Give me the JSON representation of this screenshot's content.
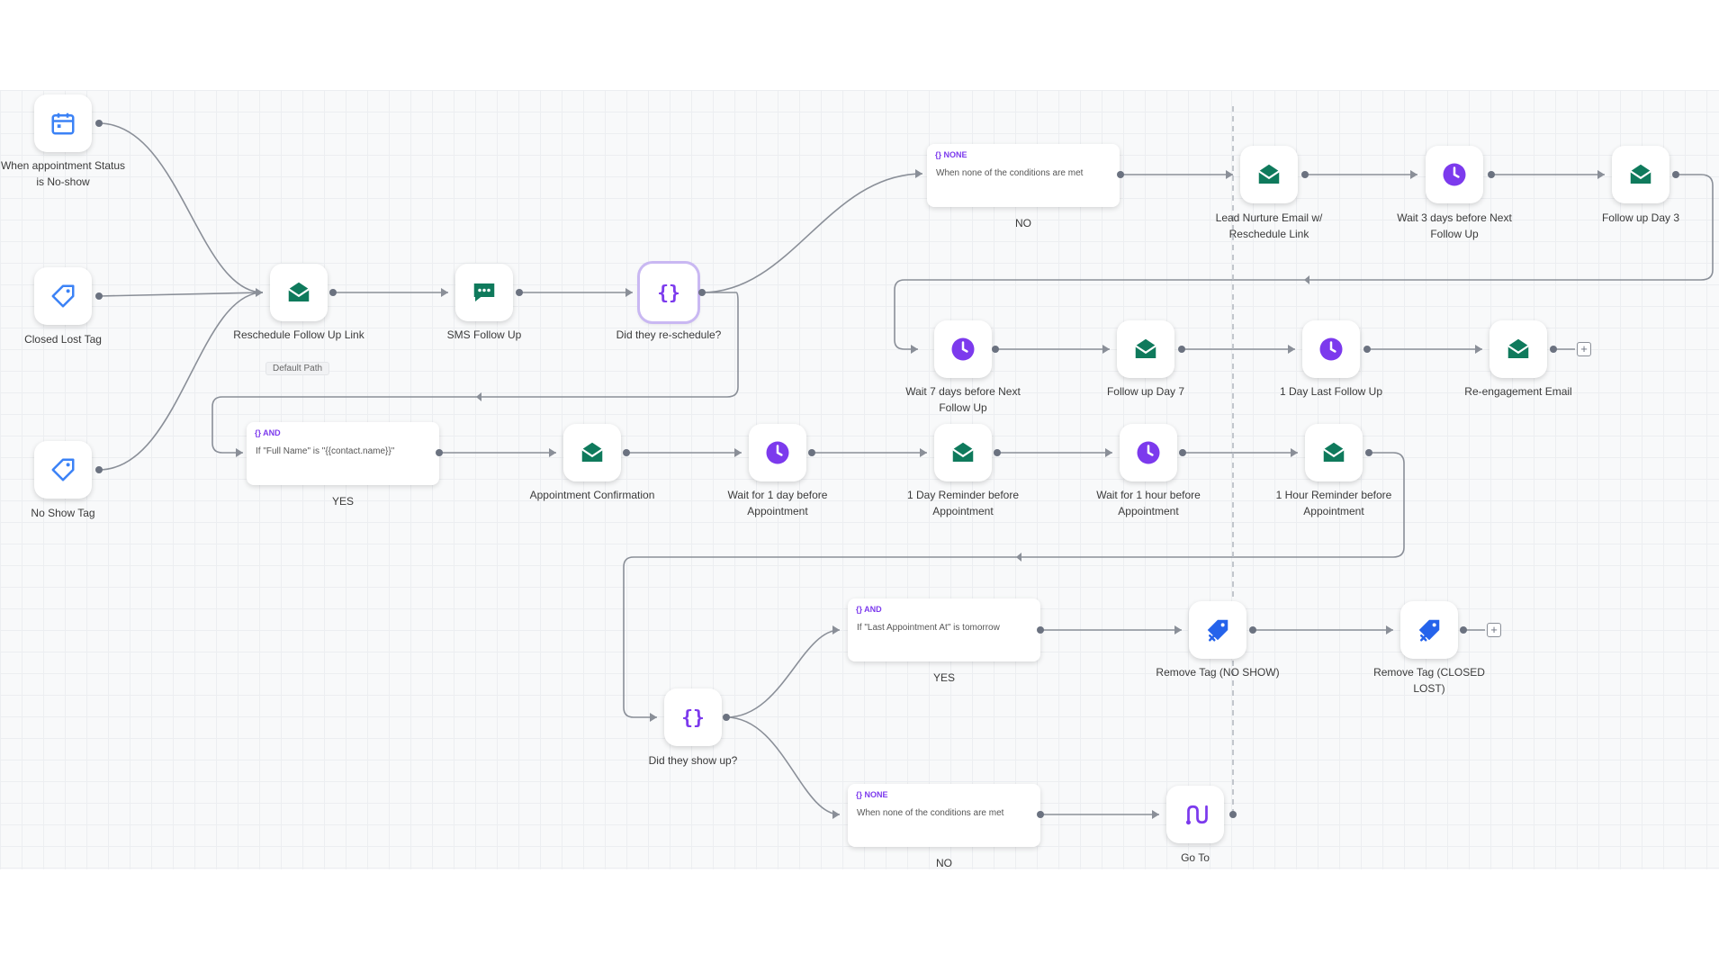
{
  "colors": {
    "email": "#0f7a5c",
    "wait": "#7c3aed",
    "trigger": "#3b82f6",
    "branch": "#7c3aed",
    "tag": "#2563eb",
    "edge": "#8a8f98"
  },
  "triggers": {
    "appointment": {
      "icon": "calendar-icon",
      "label": "When appointment Status is No-show"
    },
    "closed_lost": {
      "icon": "tag-icon",
      "label": "Closed Lost Tag"
    },
    "no_show": {
      "icon": "tag-icon",
      "label": "No Show Tag"
    }
  },
  "row1": {
    "reschedule": {
      "icon": "email-icon",
      "label": "Reschedule Follow Up Link",
      "badge": "Default Path"
    },
    "sms": {
      "icon": "sms-icon",
      "label": "SMS Follow Up"
    },
    "ifelse": {
      "icon": "branch-icon",
      "label": "Did they re-schedule?"
    }
  },
  "cond_no_top": {
    "tag": "{} NONE",
    "text": "When none of the conditions are met",
    "caption": "NO"
  },
  "top_chain": [
    {
      "icon": "email-icon",
      "label": "Lead Nurture Email w/ Reschedule Link"
    },
    {
      "icon": "clock-icon",
      "label": "Wait 3 days before Next Follow Up"
    },
    {
      "icon": "email-icon",
      "label": "Follow up Day 3"
    }
  ],
  "second_chain": [
    {
      "icon": "clock-icon",
      "label": "Wait 7 days before Next Follow Up"
    },
    {
      "icon": "email-icon",
      "label": "Follow up Day 7"
    },
    {
      "icon": "clock-icon",
      "label": "1 Day Last Follow Up"
    },
    {
      "icon": "email-icon",
      "label": "Re-engagement Email"
    }
  ],
  "cond_yes_mid": {
    "tag": "{} AND",
    "text": "If \"Full Name\" is \"{{contact.name}}\"",
    "caption": "YES"
  },
  "third_chain": [
    {
      "icon": "email-icon",
      "label": "Appointment Confirmation"
    },
    {
      "icon": "clock-icon",
      "label": "Wait for 1 day before Appointment"
    },
    {
      "icon": "email-icon",
      "label": "1 Day Reminder before Appointment"
    },
    {
      "icon": "clock-icon",
      "label": "Wait for 1 hour before Appointment"
    },
    {
      "icon": "email-icon",
      "label": "1 Hour Reminder before Appointment"
    }
  ],
  "showup": {
    "icon": "branch-icon",
    "label": "Did they show up?"
  },
  "cond_yes_low": {
    "tag": "{} AND",
    "text": "If \"Last Appointment At\" is tomorrow",
    "caption": "YES"
  },
  "cond_no_low": {
    "tag": "{} NONE",
    "text": "When none of the conditions are met",
    "caption": "NO"
  },
  "remove_tags": [
    {
      "icon": "remove-tag-icon",
      "label": "Remove Tag (NO SHOW)"
    },
    {
      "icon": "remove-tag-icon",
      "label": "Remove Tag (CLOSED LOST)"
    }
  ],
  "goto": {
    "icon": "goto-icon",
    "label": "Go To"
  }
}
